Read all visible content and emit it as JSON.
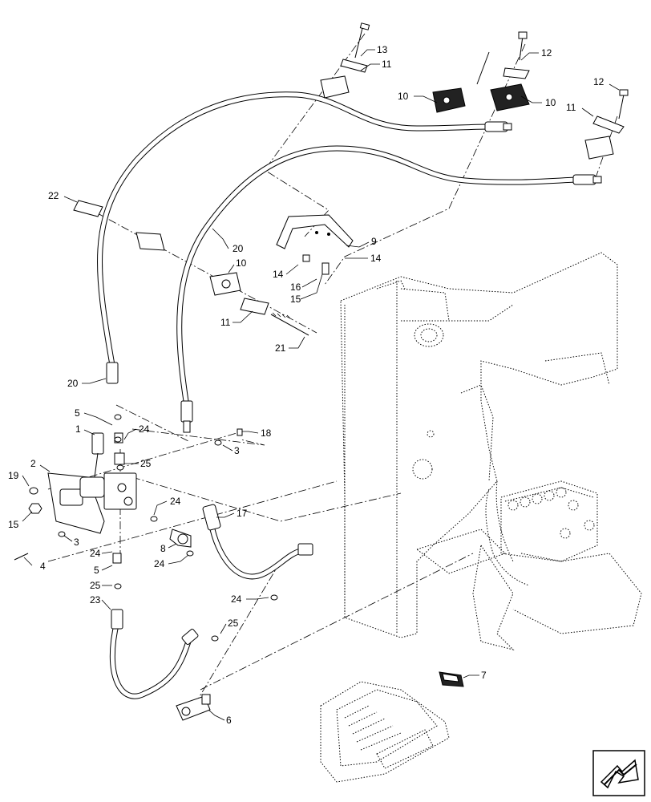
{
  "callouts": [
    {
      "id": "c13",
      "text": "13"
    },
    {
      "id": "c11a",
      "text": "11"
    },
    {
      "id": "c12a",
      "text": "12"
    },
    {
      "id": "c10a",
      "text": "10"
    },
    {
      "id": "c10b",
      "text": "10"
    },
    {
      "id": "c12b",
      "text": "12"
    },
    {
      "id": "c11b",
      "text": "11"
    },
    {
      "id": "c22",
      "text": "22"
    },
    {
      "id": "c9",
      "text": "9"
    },
    {
      "id": "c14a",
      "text": "14"
    },
    {
      "id": "c14b",
      "text": "14"
    },
    {
      "id": "c20a",
      "text": "20"
    },
    {
      "id": "c10c",
      "text": "10"
    },
    {
      "id": "c16",
      "text": "16"
    },
    {
      "id": "c15a",
      "text": "15"
    },
    {
      "id": "c11c",
      "text": "11"
    },
    {
      "id": "c21",
      "text": "21"
    },
    {
      "id": "c20b",
      "text": "20"
    },
    {
      "id": "c5a",
      "text": "5"
    },
    {
      "id": "c1",
      "text": "1"
    },
    {
      "id": "c24a",
      "text": "24"
    },
    {
      "id": "c18",
      "text": "18"
    },
    {
      "id": "c3a",
      "text": "3"
    },
    {
      "id": "c25a",
      "text": "25"
    },
    {
      "id": "c2",
      "text": "2"
    },
    {
      "id": "c19",
      "text": "19"
    },
    {
      "id": "c15b",
      "text": "15"
    },
    {
      "id": "c24b",
      "text": "24"
    },
    {
      "id": "c17",
      "text": "17"
    },
    {
      "id": "c3b",
      "text": "3"
    },
    {
      "id": "c8",
      "text": "8"
    },
    {
      "id": "c4",
      "text": "4"
    },
    {
      "id": "c24c",
      "text": "24"
    },
    {
      "id": "c24d",
      "text": "24"
    },
    {
      "id": "c5b",
      "text": "5"
    },
    {
      "id": "c25b",
      "text": "25"
    },
    {
      "id": "c23",
      "text": "23"
    },
    {
      "id": "c24e",
      "text": "24"
    },
    {
      "id": "c25c",
      "text": "25"
    },
    {
      "id": "c7",
      "text": "7"
    },
    {
      "id": "c6",
      "text": "6"
    }
  ],
  "icons": {
    "nav_arrow": "next-page-arrow-icon"
  }
}
